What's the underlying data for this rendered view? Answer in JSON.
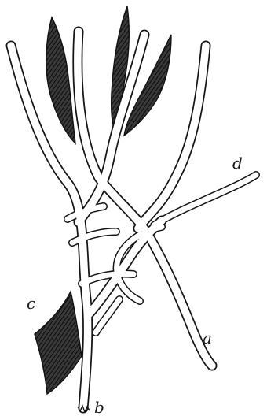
{
  "labels": {
    "a": "a",
    "b": "b",
    "c": "c",
    "d": "d"
  },
  "colors": {
    "line": "#141414",
    "fill": "#ffffff",
    "shade": "#2a2a2a"
  }
}
